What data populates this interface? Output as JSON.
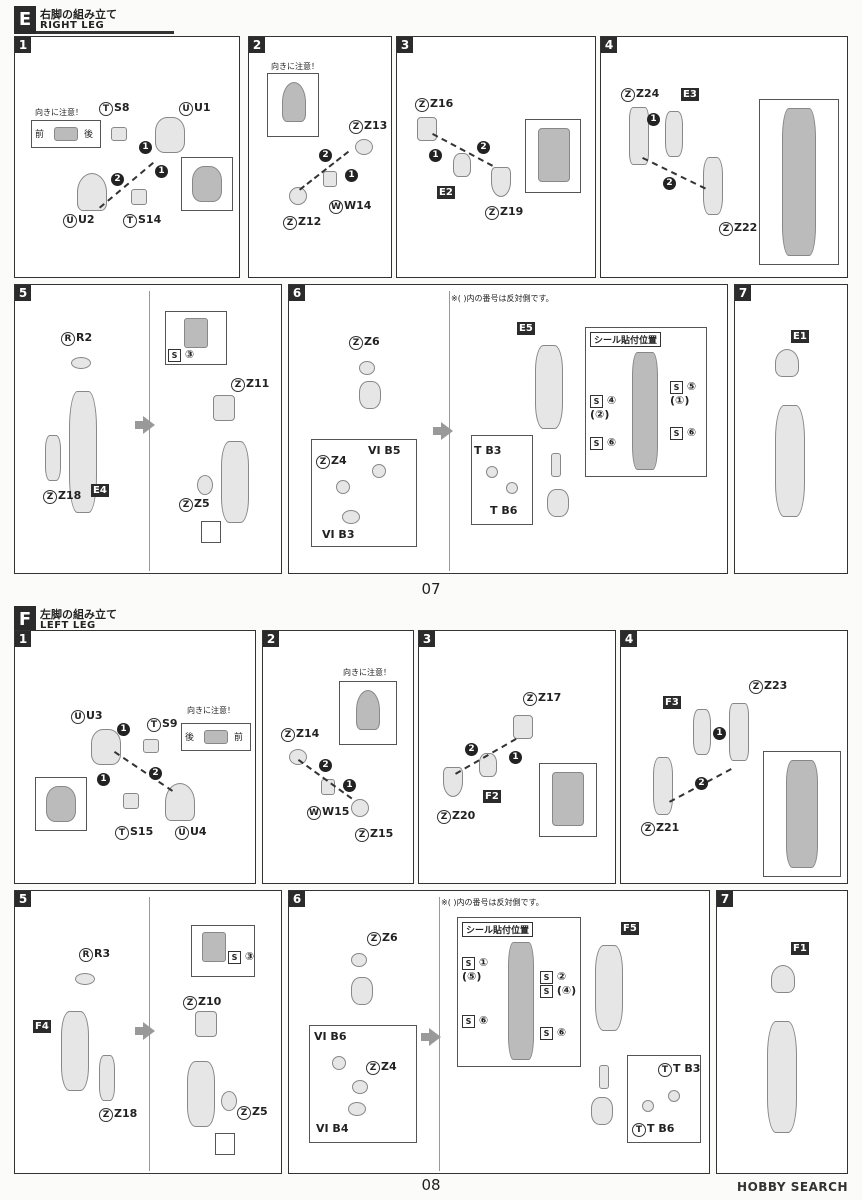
{
  "top": {
    "section_letter": "E",
    "title_jp": "右脚の組み立て",
    "title_en": "RIGHT LEG",
    "steps": [
      "1",
      "2",
      "3",
      "4",
      "5",
      "6",
      "7"
    ],
    "note_direction": "向きに注意！",
    "front": "前",
    "back": "後",
    "s1": {
      "a": "S8",
      "b": "U1",
      "c": "U2",
      "d": "S14"
    },
    "s2": {
      "a": "Z13",
      "b": "Z12",
      "c": "W14"
    },
    "s3": {
      "a": "Z16",
      "b": "E2",
      "c": "Z19"
    },
    "s4": {
      "a": "Z24",
      "b": "E3",
      "c": "Z22"
    },
    "s5": {
      "a": "R2",
      "b": "Z18",
      "c": "E4",
      "d": "Z11",
      "e": "Z5",
      "f": "S",
      "g": "③"
    },
    "s6": {
      "a": "Z6",
      "b": "Z4",
      "c": "VI B5",
      "d": "VI B3",
      "note": "※(   )内の番号は反対側です。",
      "e": "E5",
      "f": "T B3",
      "g": "T B6",
      "sticker": "シール貼付位置",
      "st1": "④",
      "st2": "(②)",
      "st3": "⑤",
      "st4": "(①)",
      "st5": "⑥",
      "st6": "⑥"
    },
    "s7": {
      "a": "E1"
    },
    "page": "07"
  },
  "bottom": {
    "section_letter": "F",
    "title_jp": "左脚の組み立て",
    "title_en": "LEFT LEG",
    "steps": [
      "1",
      "2",
      "3",
      "4",
      "5",
      "6",
      "7"
    ],
    "note_direction": "向きに注意！",
    "front": "前",
    "back": "後",
    "s1": {
      "a": "U3",
      "b": "S9",
      "c": "S15",
      "d": "U4"
    },
    "s2": {
      "a": "Z14",
      "b": "W15",
      "c": "Z15"
    },
    "s3": {
      "a": "Z17",
      "b": "Z20",
      "c": "F2"
    },
    "s4": {
      "a": "F3",
      "b": "Z23",
      "c": "Z21"
    },
    "s5": {
      "a": "R3",
      "b": "F4",
      "c": "Z18",
      "d": "Z10",
      "e": "Z5",
      "f": "S",
      "g": "③"
    },
    "s6": {
      "a": "Z6",
      "b": "VI B6",
      "c": "Z4",
      "d": "VI B4",
      "note": "※(   )内の番号は反対側です。",
      "e": "F5",
      "f": "T B3",
      "g": "T B6",
      "sticker": "シール貼付位置",
      "st1": "①",
      "st2": "(⑤)",
      "st3": "②",
      "st4": "(④)",
      "st5": "⑥",
      "st6": "⑥"
    },
    "s7": {
      "a": "F1"
    },
    "page": "08"
  },
  "watermark": "HOBBY SEARCH"
}
